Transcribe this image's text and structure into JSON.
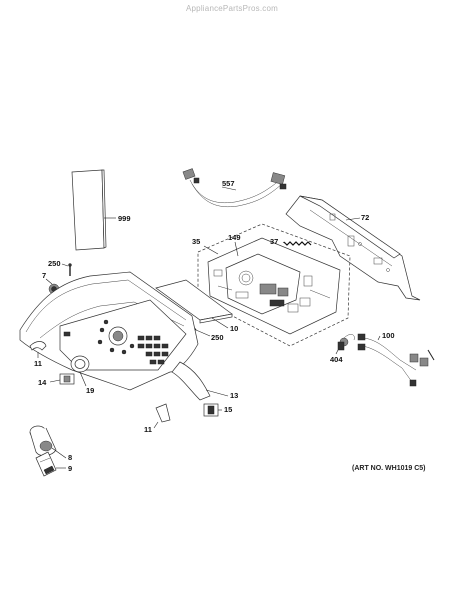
{
  "watermark": "AppliancePartsPros.com",
  "art_number": "(ART NO. WH1019 C5)",
  "callouts": {
    "p999": "999",
    "p557": "557",
    "p72": "72",
    "p149": "149",
    "p35": "35",
    "p37": "37",
    "p250a": "250",
    "p7": "7",
    "p10": "10",
    "p250b": "250",
    "p100": "100",
    "p404": "404",
    "p11a": "11",
    "p14": "14",
    "p19": "19",
    "p13": "13",
    "p15": "15",
    "p11b": "11",
    "p8": "8",
    "p9": "9"
  }
}
